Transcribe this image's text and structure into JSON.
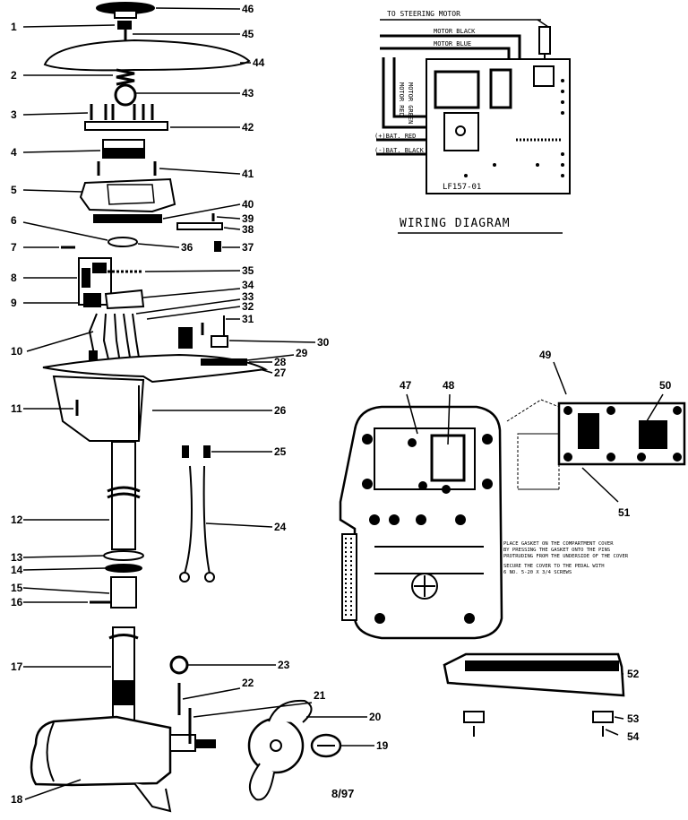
{
  "wiring": {
    "steering_label": "TO STEERING MOTOR",
    "motor_black": "MOTOR BLACK",
    "motor_blue": "MOTOR BLUE",
    "motor_red": "MOTOR RED",
    "motor_green": "MOTOR GREEN",
    "bat_red": "(+)BAT. RED",
    "bat_black": "(-)BAT. BLACK",
    "board_id": "LF157-01",
    "title": "WIRING DIAGRAM"
  },
  "footer": {
    "date_code": "8/97"
  },
  "pedal_note": {
    "line1": "PLACE GASKET ON THE COMPARTMENT COVER",
    "line2": "BY PRESSING THE GASKET ONTO THE PINS",
    "line3": "PROTRUDING FROM THE UNDERSIDE OF THE COVER",
    "line4": "SECURE THE COVER TO THE PEDAL WITH",
    "line5": "6 NO. 5-20 X 3/4 SCREWS"
  },
  "callouts": {
    "c1": "1",
    "c2": "2",
    "c3": "3",
    "c4": "4",
    "c5": "5",
    "c6": "6",
    "c7": "7",
    "c8": "8",
    "c9": "9",
    "c10": "10",
    "c11": "11",
    "c12": "12",
    "c13": "13",
    "c14": "14",
    "c15": "15",
    "c16": "16",
    "c17": "17",
    "c18": "18",
    "c19": "19",
    "c20": "20",
    "c21": "21",
    "c22": "22",
    "c23": "23",
    "c24": "24",
    "c25": "25",
    "c26": "26",
    "c27": "27",
    "c28": "28",
    "c29": "29",
    "c30": "30",
    "c31": "31",
    "c32": "32",
    "c33": "33",
    "c34": "34",
    "c35": "35",
    "c36": "36",
    "c37": "37",
    "c38": "38",
    "c39": "39",
    "c40": "40",
    "c41": "41",
    "c42": "42",
    "c43": "43",
    "c44": "44",
    "c45": "45",
    "c46": "46",
    "c47": "47",
    "c48": "48",
    "c49": "49",
    "c50": "50",
    "c51": "51",
    "c52": "52",
    "c53": "53",
    "c54": "54"
  }
}
